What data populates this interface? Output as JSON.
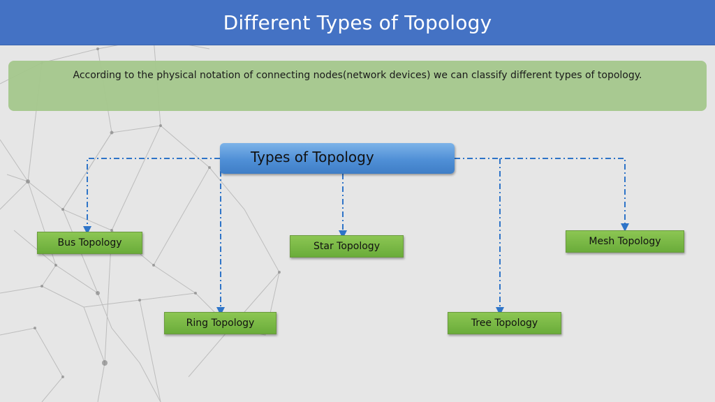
{
  "header": {
    "title": "Different Types of Topology"
  },
  "intro": {
    "text": "According to the physical notation of connecting nodes(network devices) we can classify different types of topology."
  },
  "diagram": {
    "root": "Types of Topology",
    "children": [
      {
        "id": "bus",
        "label": "Bus Topology"
      },
      {
        "id": "ring",
        "label": "Ring Topology"
      },
      {
        "id": "star",
        "label": "Star Topology"
      },
      {
        "id": "tree",
        "label": "Tree Topology"
      },
      {
        "id": "mesh",
        "label": "Mesh Topology"
      }
    ]
  },
  "colors": {
    "title_bar": "#4472c4",
    "intro_box": "#a4c78c",
    "root_node": "#5b9bd5",
    "leaf_node": "#7ab648",
    "connector": "#2e74c8"
  }
}
